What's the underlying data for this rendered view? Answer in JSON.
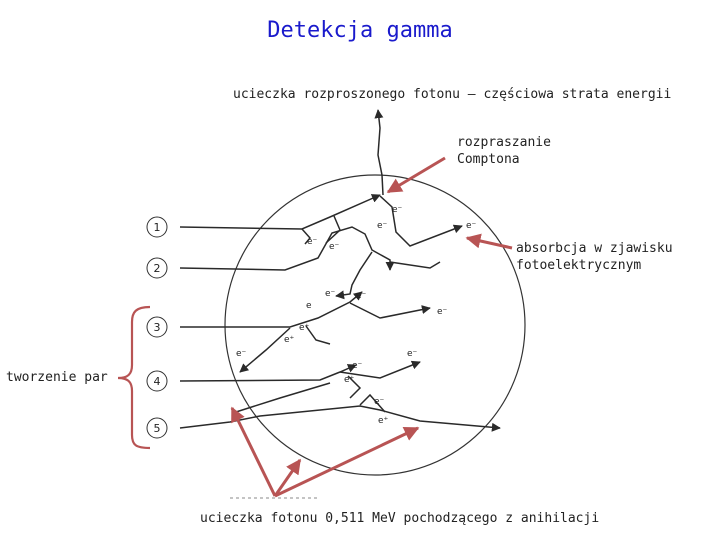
{
  "title": "Detekcja gamma",
  "labels": {
    "scattered_escape": "ucieczka rozproszonego fotonu – częściowa strata energii",
    "compton_line1": "rozpraszanie",
    "compton_line2": "Comptona",
    "photo_line1": "absorbcja w zjawisku",
    "photo_line2": "fotoelektrycznym",
    "pair_production": "tworzenie par",
    "annihilation_escape": "ucieczka fotonu 0,511 MeV pochodzącego z anihilacji"
  },
  "event_numbers": [
    "1",
    "2",
    "3",
    "4",
    "5"
  ],
  "particle_labels": {
    "electron": "e⁻",
    "positron": "e⁺",
    "plain_e": "e"
  },
  "colors": {
    "title": "#1a1acc",
    "arrow": "#b85454",
    "track": "#2a2a2a"
  }
}
